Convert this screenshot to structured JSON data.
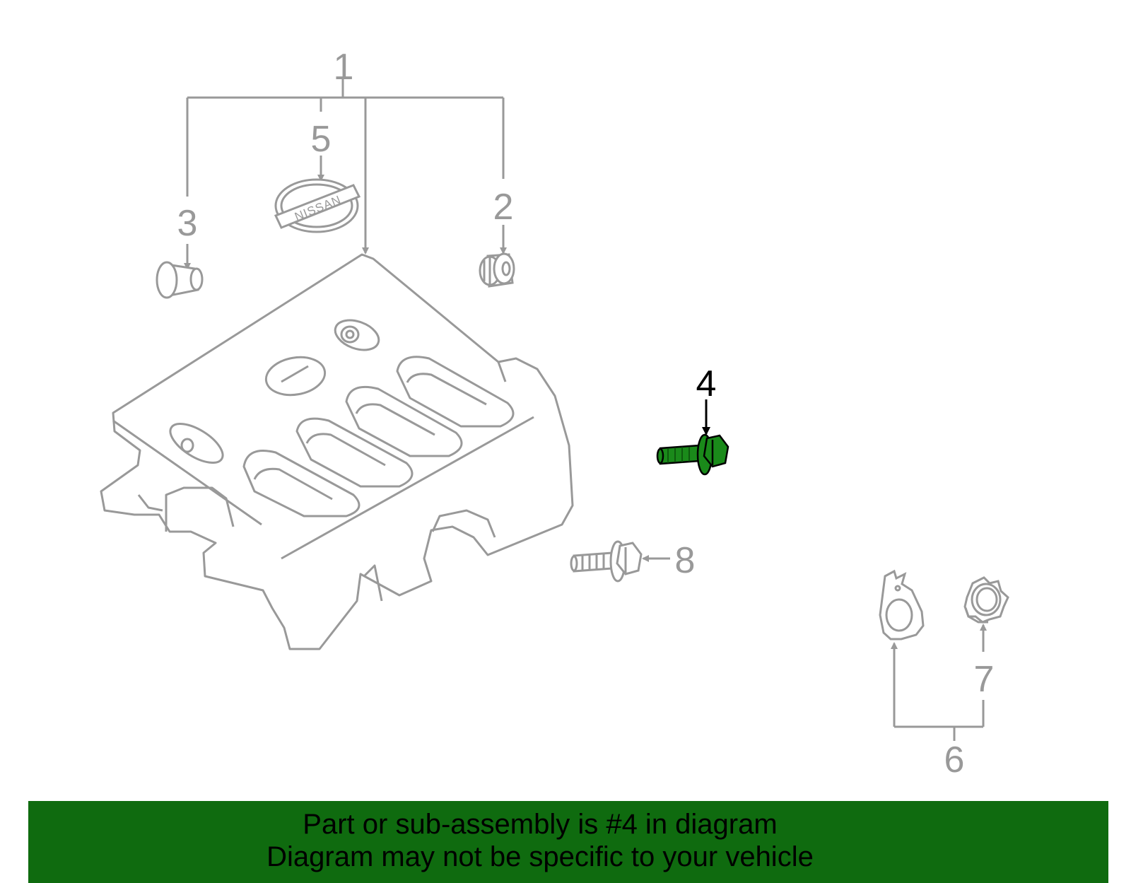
{
  "colors": {
    "line": "#999999",
    "highlight_part": "#1a8a1a",
    "highlight_text": "#000000",
    "banner": "#0f6b0f"
  },
  "callouts": {
    "c1": "1",
    "c2": "2",
    "c3": "3",
    "c4": "4",
    "c5": "5",
    "c6": "6",
    "c7": "7",
    "c8": "8"
  },
  "emblem_text": "NISSAN",
  "banner": {
    "line1": "Part or sub-assembly is #4 in diagram",
    "line2": "Diagram may not be specific to your vehicle"
  }
}
